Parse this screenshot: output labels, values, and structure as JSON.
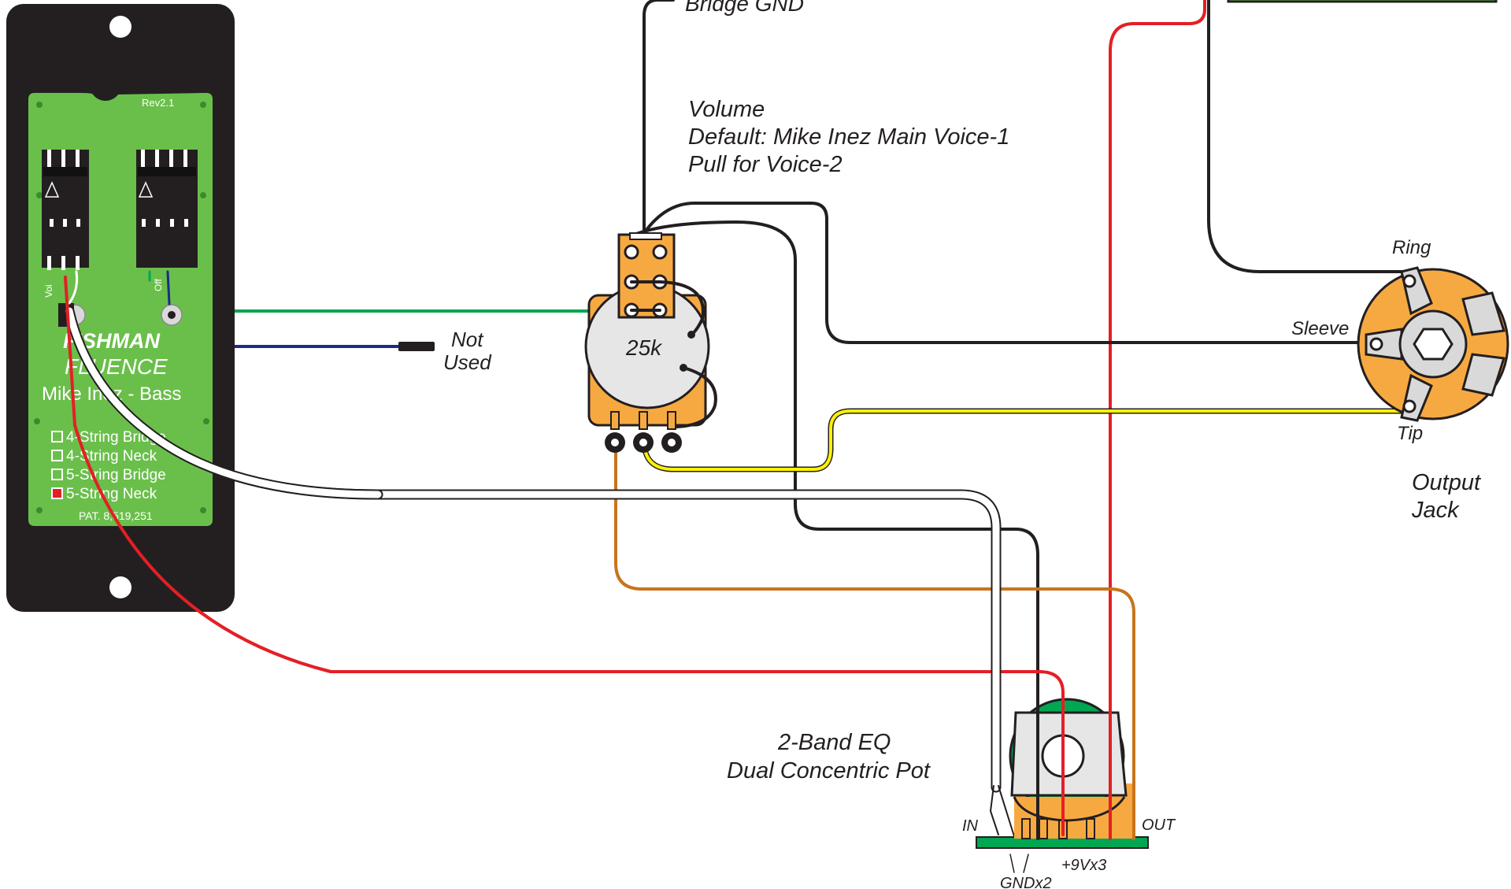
{
  "pickup": {
    "rev": "Rev2.1",
    "brand": "FISHMAN",
    "line": "FLUENCE",
    "model": "Mike Inez - Bass",
    "options": [
      {
        "label": "4-String Bridge",
        "checked": false
      },
      {
        "label": "4-String Neck",
        "checked": false
      },
      {
        "label": "5-String Bridge",
        "checked": false
      },
      {
        "label": "5-String Neck",
        "checked": true
      }
    ],
    "patent": "PAT. 8,519,251",
    "connector_labels": [
      "Voi",
      "Off"
    ]
  },
  "labels": {
    "bridge_gnd": "Bridge GND",
    "volume_title": "Volume",
    "volume_default": "Default:  Mike Inez Main Voice-1",
    "volume_pull": "Pull for Voice-2",
    "pot_value": "25k",
    "not_used_1": "Not",
    "not_used_2": "Used",
    "ring": "Ring",
    "sleeve": "Sleeve",
    "tip": "Tip",
    "output_1": "Output",
    "output_2": "Jack",
    "eq_1": "2-Band EQ",
    "eq_2": "Dual Concentric Pot",
    "in": "IN",
    "out": "OUT",
    "power": "+9Vx3",
    "gnd": "GNDx2"
  },
  "colors": {
    "black": "#231f20",
    "red": "#e41f26",
    "green": "#00a651",
    "blue": "#1b2a8e",
    "yellow": "#fff200",
    "orange": "#c8741c",
    "white": "#ffffff",
    "pcb_green": "#6abf4b",
    "pot_orange": "#f7a941",
    "eq_green": "#00a651"
  }
}
